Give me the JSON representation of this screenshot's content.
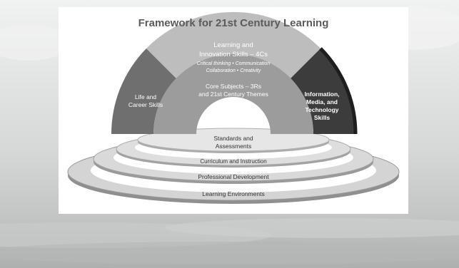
{
  "diagram": {
    "title": "Framework for 21st Century Learning",
    "arch": {
      "top_segment": {
        "title_line1": "Learning and",
        "title_line2": "Innovation Skills – 4Cs",
        "sub_line1": "Critical thinking • Communication",
        "sub_line2": "Collaboration • Creativity"
      },
      "left_segment": {
        "line1": "Life and",
        "line2": "Career Skills"
      },
      "right_segment": {
        "line1": "Information,",
        "line2": "Media, and",
        "line3": "Technology",
        "line4": "Skills"
      },
      "inner_arch": {
        "line1": "Core Subjects – 3Rs",
        "line2": "and 21st Century Themes"
      }
    },
    "rings": {
      "ring1_line1": "Standards and",
      "ring1_line2": "Assessments",
      "ring2": "Curriculum and Instruction",
      "ring3": "Professional Development",
      "ring4": "Learning Environments"
    }
  }
}
